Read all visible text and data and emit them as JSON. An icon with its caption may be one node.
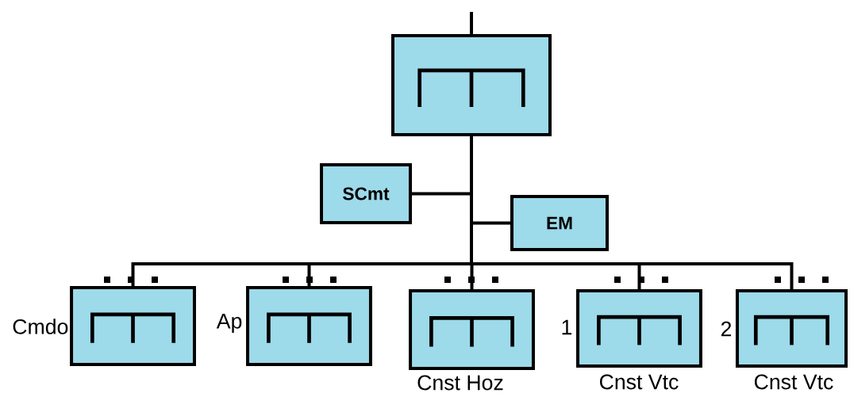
{
  "diagram": {
    "nodes": [
      {
        "text": [],
        "shape": "box"
      },
      {
        "text": [
          "SCmt"
        ]
      },
      {
        "text": [
          "EM"
        ]
      },
      {
        "text": [],
        "shape": "box",
        "beside": [
          "Cmdo"
        ]
      },
      {
        "text": [],
        "shape": "box",
        "beside": [
          "Ap"
        ]
      },
      {
        "text": [],
        "shape": "box",
        "beside": [
          "Cnst Hoz"
        ]
      },
      {
        "text": [],
        "shape": "box",
        "beside": [
          "1",
          "Cnst Vtc"
        ]
      },
      {
        "text": [],
        "shape": "box",
        "beside": [
          "2",
          "Cnst Vtc"
        ]
      }
    ],
    "edges": [
      {
        "from": null,
        "to": 0,
        "arrow": "none"
      },
      {
        "from": 0,
        "to": 1,
        "arrow": "none"
      },
      {
        "from": 0,
        "to": 2,
        "arrow": "none"
      },
      {
        "from": 0,
        "to": 3,
        "arrow": "none"
      },
      {
        "from": 0,
        "to": 4,
        "arrow": "none"
      },
      {
        "from": 0,
        "to": 5,
        "arrow": "none"
      },
      {
        "from": 0,
        "to": 6,
        "arrow": "none"
      },
      {
        "from": 0,
        "to": 7,
        "arrow": "none"
      }
    ]
  }
}
